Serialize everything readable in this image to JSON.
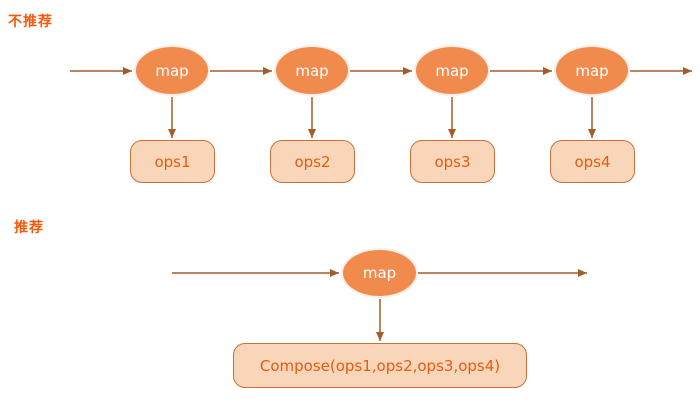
{
  "colors": {
    "title": "#f55a0c",
    "node_fill": "#f08a4d",
    "node_ring": "#f9efe7",
    "node_text": "#ffffff",
    "box_fill": "#f9d6ba",
    "box_border": "#c4713b",
    "box_text": "#e65c0f",
    "line": "#a55c2b"
  },
  "sections": {
    "not_recommended": {
      "label": "不推荐"
    },
    "recommended": {
      "label": "推荐"
    }
  },
  "top_row": {
    "map_nodes": [
      {
        "label": "map"
      },
      {
        "label": "map"
      },
      {
        "label": "map"
      },
      {
        "label": "map"
      }
    ],
    "ops_boxes": [
      {
        "label": "ops1"
      },
      {
        "label": "ops2"
      },
      {
        "label": "ops3"
      },
      {
        "label": "ops4"
      }
    ]
  },
  "bottom_row": {
    "map_node": {
      "label": "map"
    },
    "compose_box": {
      "label": "Compose(ops1,ops2,ops3,ops4)"
    }
  }
}
